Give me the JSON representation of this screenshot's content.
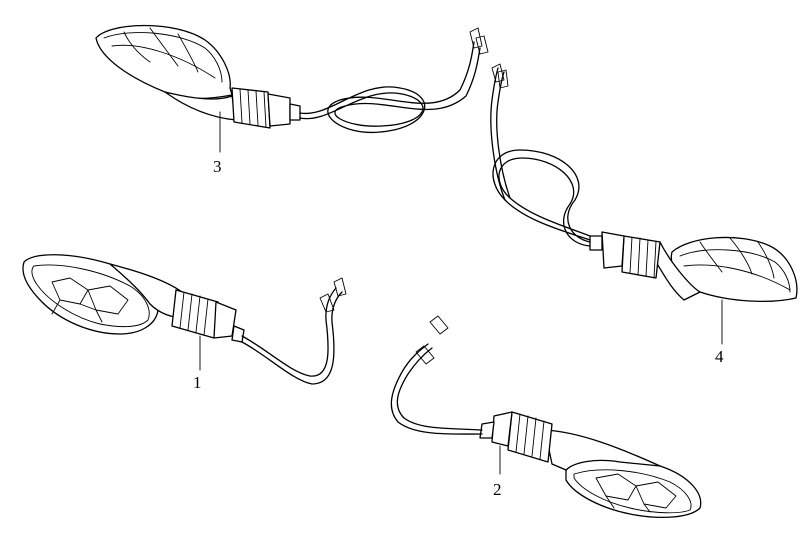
{
  "parts": [
    {
      "id": "part-1",
      "label": "1"
    },
    {
      "id": "part-2",
      "label": "2"
    },
    {
      "id": "part-3",
      "label": "3"
    },
    {
      "id": "part-4",
      "label": "4"
    }
  ],
  "colors": {
    "line": "#000000",
    "background": "#ffffff"
  }
}
